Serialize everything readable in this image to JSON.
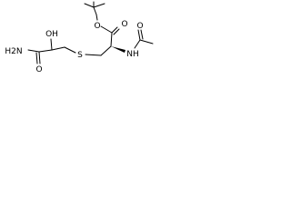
{
  "molecule": {
    "labels": {
      "ester_oxygen": "O",
      "carbonyl_oxygen_ester": "O",
      "amide_nitrogen": "NH",
      "acetyl_oxygen": "O",
      "sulfur": "S",
      "hydroxyl": "OH",
      "amide_nh2": "H2N",
      "amide_oxygen": "O"
    }
  }
}
